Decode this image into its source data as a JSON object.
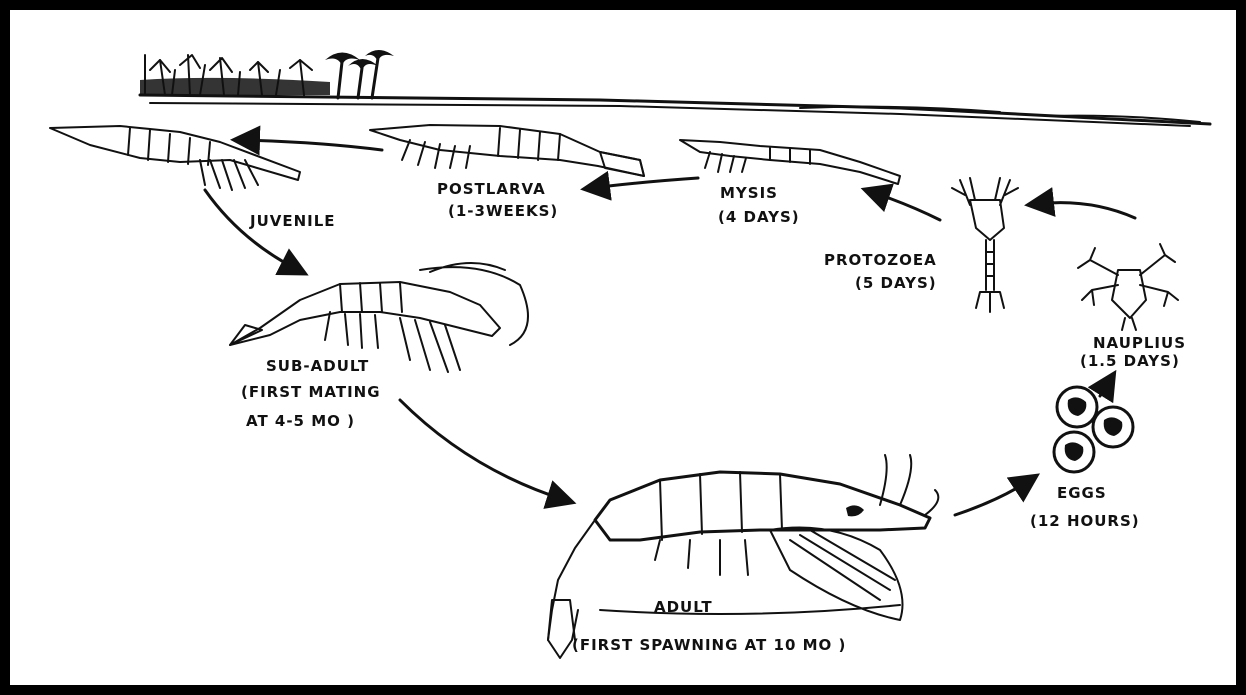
{
  "stages": {
    "juvenile": {
      "name": "JUVENILE"
    },
    "postlarva": {
      "name": "POSTLARVA",
      "duration": "(1-3WEEKS)"
    },
    "mysis": {
      "name": "MYSIS",
      "duration": "(4 DAYS)"
    },
    "protozoea": {
      "name": "PROTOZOEA",
      "duration": "(5 DAYS)"
    },
    "nauplius": {
      "name": "NAUPLIUS",
      "duration": "(1.5 DAYS)"
    },
    "eggs": {
      "name": "EGGS",
      "duration": "(12 HOURS)"
    },
    "adult": {
      "name": "ADULT",
      "note": "(FIRST SPAWNING AT 10 MO )"
    },
    "subadult": {
      "name": "SUB-ADULT",
      "note_line1": "(FIRST MATING",
      "note_line2": "AT 4-5 MO )"
    }
  },
  "colors": {
    "ink": "#111111",
    "background": "#ffffff",
    "frame": "#000000"
  }
}
